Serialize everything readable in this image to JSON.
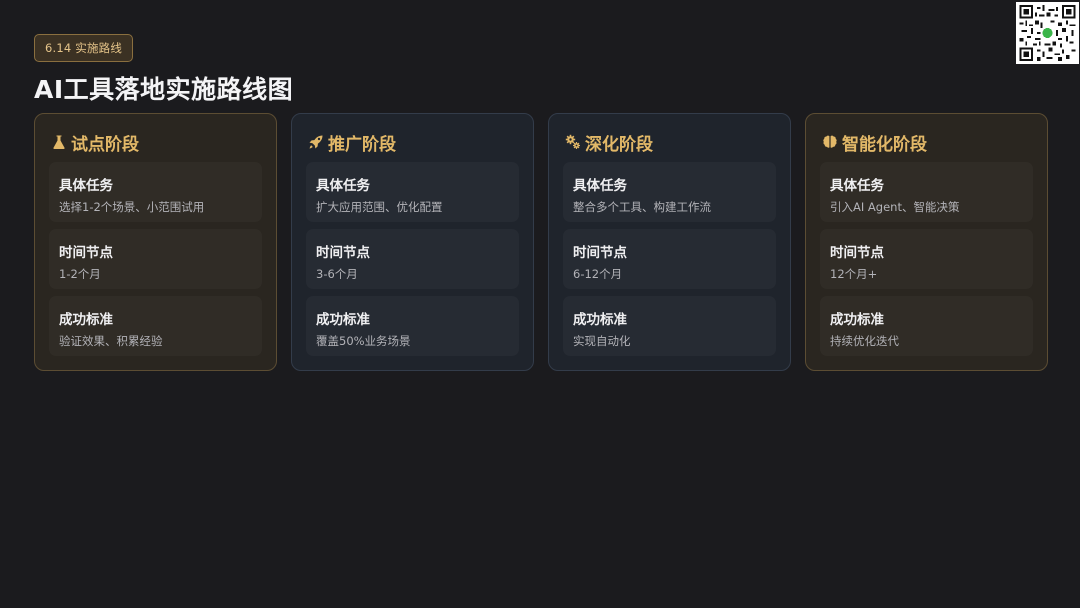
{
  "header": {
    "section_tag": "6.14 实施路线",
    "title": "AI工具落地实施路线图"
  },
  "colors": {
    "accent": "#e2b868",
    "background": "#1b1b1e"
  },
  "stages": [
    {
      "title": "试点阶段",
      "icon": "flask-icon",
      "items": [
        {
          "label": "具体任务",
          "value": "选择1-2个场景、小范围试用"
        },
        {
          "label": "时间节点",
          "value": "1-2个月"
        },
        {
          "label": "成功标准",
          "value": "验证效果、积累经验"
        }
      ]
    },
    {
      "title": "推广阶段",
      "icon": "rocket-icon",
      "items": [
        {
          "label": "具体任务",
          "value": "扩大应用范围、优化配置"
        },
        {
          "label": "时间节点",
          "value": "3-6个月"
        },
        {
          "label": "成功标准",
          "value": "覆盖50%业务场景"
        }
      ]
    },
    {
      "title": "深化阶段",
      "icon": "gears-icon",
      "items": [
        {
          "label": "具体任务",
          "value": "整合多个工具、构建工作流"
        },
        {
          "label": "时间节点",
          "value": "6-12个月"
        },
        {
          "label": "成功标准",
          "value": "实现自动化"
        }
      ]
    },
    {
      "title": "智能化阶段",
      "icon": "brain-icon",
      "items": [
        {
          "label": "具体任务",
          "value": "引入AI Agent、智能决策"
        },
        {
          "label": "时间节点",
          "value": "12个月+"
        },
        {
          "label": "成功标准",
          "value": "持续优化迭代"
        }
      ]
    }
  ]
}
